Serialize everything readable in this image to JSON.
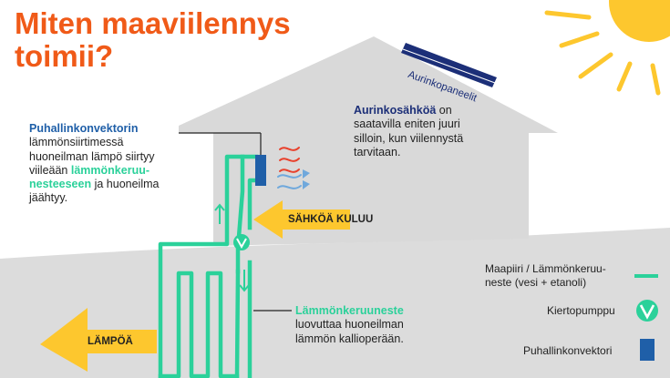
{
  "title": {
    "line1": "Miten maaviilennys",
    "line2": "toimii?"
  },
  "solar": {
    "panel_label": "Aurinkopaneelit",
    "text_bold": "Aurinkosähköä",
    "text_rest_line1": " on",
    "text_line2": "saatavilla eniten juuri",
    "text_line3": "silloin, kun viilennystä",
    "text_line4": "tarvitaan."
  },
  "convector_note": {
    "bold": "Puhallinkonvektorin",
    "line2": "lämmönsiirtimessä",
    "line3": "huoneilman lämpö siirtyy",
    "line4_start": "viileään ",
    "line4_teal": "lämmönkeruu-",
    "line5_teal": "nesteeseen",
    "line5_end": " ja huoneilma",
    "line6": "jäähtyy."
  },
  "electricity_label": "SÄHKÖÄ KULUU",
  "heat_label": "LÄMPÖÄ",
  "fluid_note": {
    "bold": "Lämmönkeruuneste",
    "line2": "luovuttaa huoneilman",
    "line3": "lämmön kallioperään."
  },
  "legend": {
    "pipe_line1": "Maapiiri / Lämmönkeruu-",
    "pipe_line2": "neste (vesi + etanoli)",
    "pump": "Kiertopumppu",
    "convector": "Puhallinkonvektori"
  },
  "colors": {
    "orange": "#f05a18",
    "teal": "#2bd19a",
    "convector_blue": "#1f5fa8",
    "navy": "#1c2f78",
    "house_gray": "#d9d9d9",
    "ground_gray": "#dcdcdc",
    "yellow": "#fdc72e",
    "red_air": "#e8412c",
    "blue_air": "#6fa8dc"
  },
  "icons": [
    "sun-icon",
    "solar-panel-icon",
    "pump-icon",
    "convector-icon",
    "arrow-up-icon",
    "arrow-down-icon"
  ]
}
